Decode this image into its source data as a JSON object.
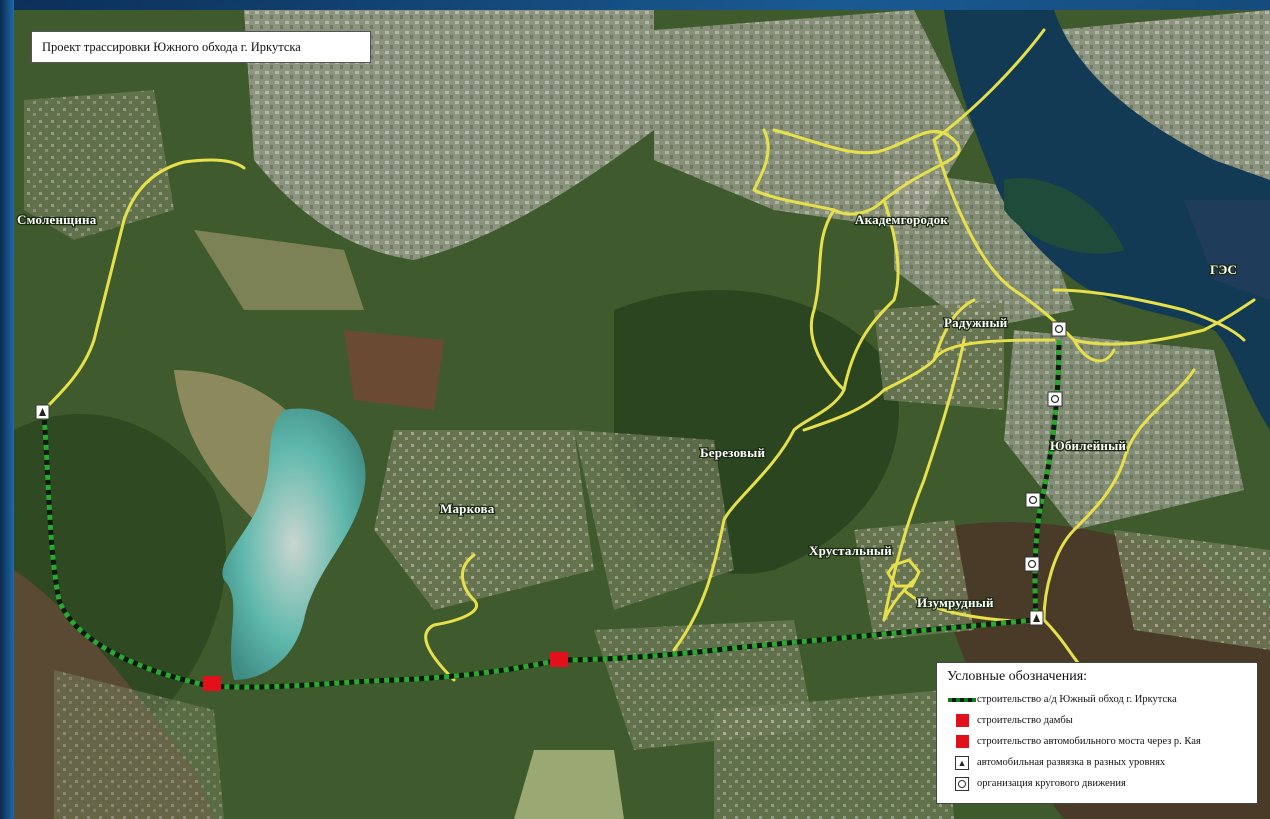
{
  "title": "Проект трассировки Южного обхода г. Иркутска",
  "places": {
    "smolenshchina": "Смоленщина",
    "akademgorodok": "Академгородок",
    "ges": "ГЭС",
    "raduzhny": "Радужный",
    "berezovy": "Березовый",
    "yubileyny": "Юбилейный",
    "markova": "Маркова",
    "khrustalny": "Хрустальный",
    "izumrudny": "Изумрудный"
  },
  "legend": {
    "title": "Условные обозначения:",
    "items": [
      {
        "symbol": "green-dashed-line",
        "label": "строительство а/д Южный обход г. Иркутска"
      },
      {
        "symbol": "red-square",
        "label": "строительство дамбы"
      },
      {
        "symbol": "red-square",
        "label": "строительство автомобильного моста через р. Кая"
      },
      {
        "symbol": "interchange-icon",
        "label": "автомобильная развязка в разных уровнях"
      },
      {
        "symbol": "roundabout-icon",
        "label": "организация кругового движения"
      }
    ]
  },
  "colors": {
    "route_green": "#137a1a",
    "route_dark": "#0e1a10",
    "existing_road": "#e6e04a",
    "dam_bridge": "#e2101a",
    "reservoir": "#123a55",
    "pond": "#54b3a8",
    "forest": "#2f4a22",
    "frame": "#0d3a66"
  }
}
